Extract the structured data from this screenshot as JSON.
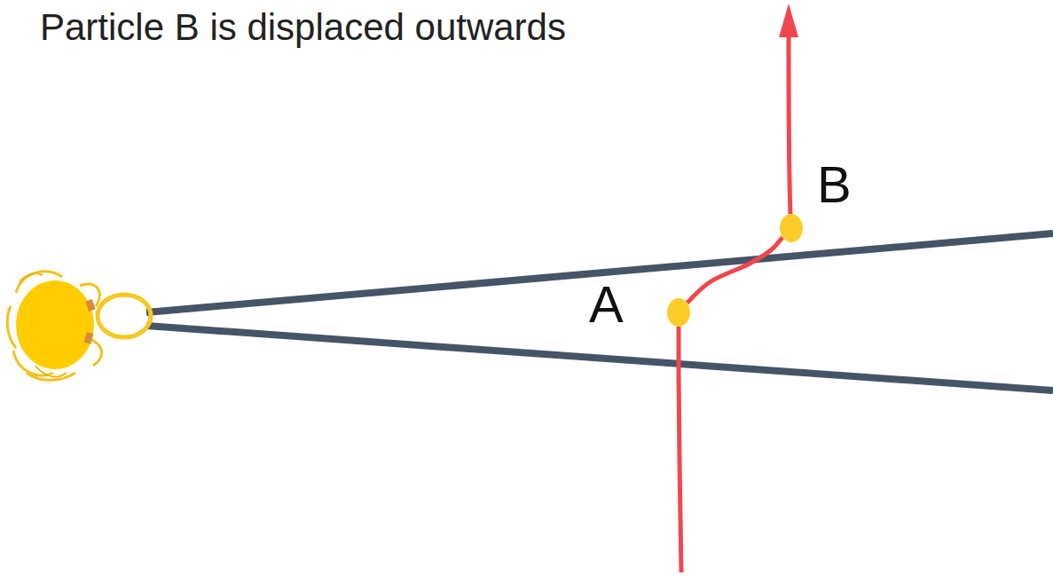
{
  "diagram": {
    "title": "Particle B is displaced outwards",
    "nodes": [
      {
        "text": [
          "A"
        ]
      },
      {
        "text": [
          "B"
        ]
      }
    ],
    "edges": [
      {
        "from": 0,
        "to": 1,
        "arrow": "none"
      }
    ]
  }
}
